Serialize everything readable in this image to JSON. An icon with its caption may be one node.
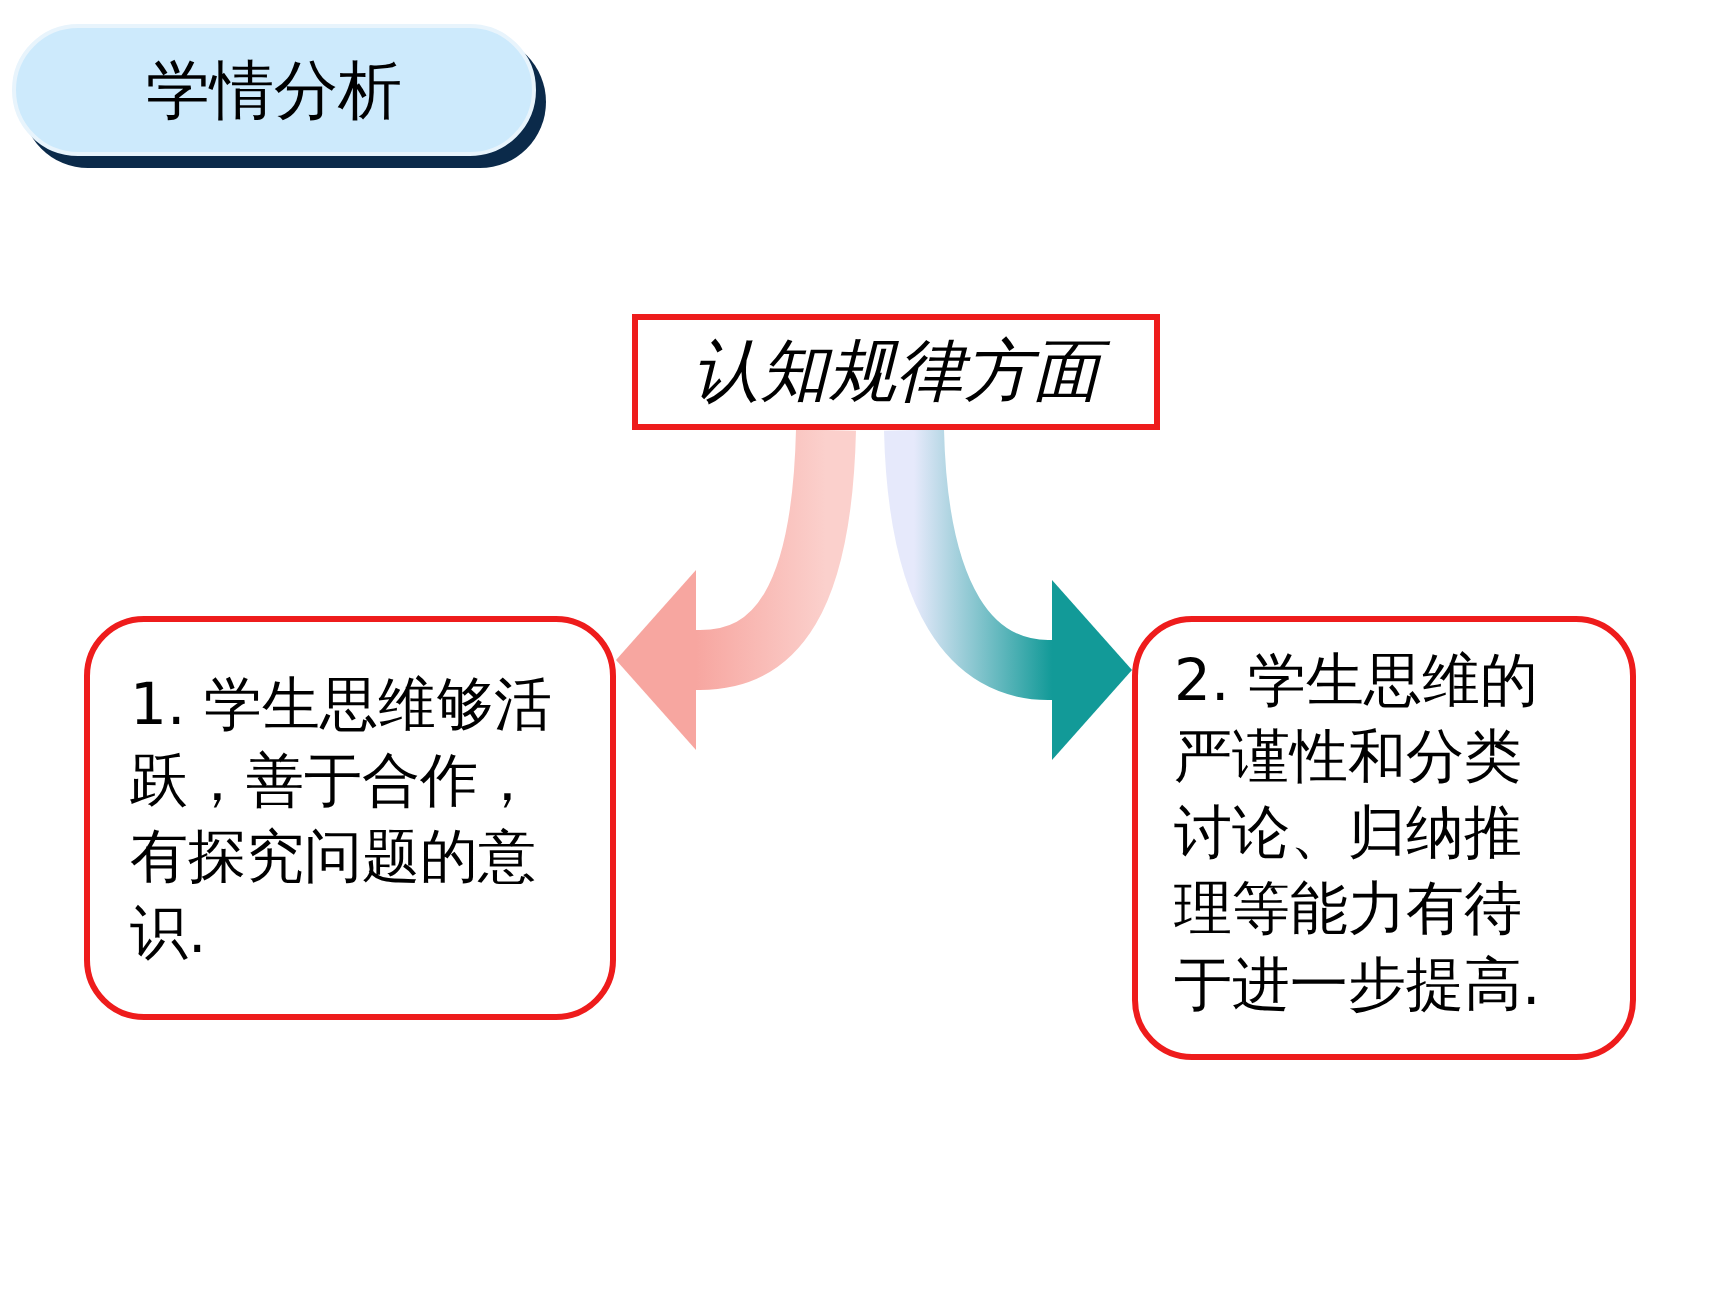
{
  "diagram": {
    "title": "学情分析",
    "nodes": [
      {
        "text": [
          "认知规律方面"
        ]
      },
      {
        "text": [
          "1. 学生思维够活跃，善于合作，有探究问题的意识."
        ]
      },
      {
        "text": [
          "2. 学生思维的严谨性和分类讨论、归纳推理等能力有待于进一步提高."
        ]
      }
    ],
    "edges": [
      {
        "from": 0,
        "to": 1,
        "arrow": "to",
        "color": "#f7a6a0"
      },
      {
        "from": 0,
        "to": 2,
        "arrow": "to",
        "color": "#129a98"
      }
    ]
  }
}
